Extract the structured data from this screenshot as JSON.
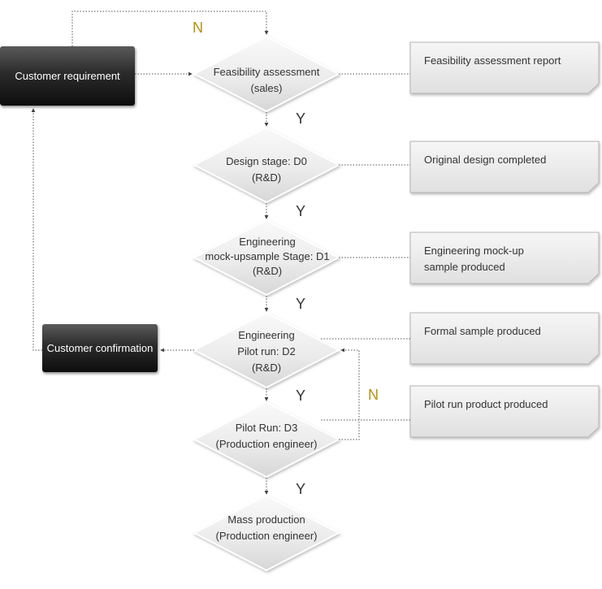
{
  "colors": {
    "connector": "#555555",
    "no_label": "#b8900c",
    "yes_label": "#333333",
    "diamond_fill_top": "#f7f7f7",
    "diamond_fill_bottom": "#d9d9d9",
    "note_fill": "#ebebeb",
    "dark_box": "#1a1a1a"
  },
  "nodes": {
    "customer_requirement": "Customer requirement",
    "customer_confirmation": "Customer confirmation",
    "feasibility": {
      "line1": "Feasibility assessment",
      "line2": "(sales)"
    },
    "design": {
      "line1": "Design stage: D0",
      "line2": "(R&D)"
    },
    "mockup": {
      "line1": "Engineering",
      "line2": "mock-upsample Stage: D1",
      "line3": "(R&D)"
    },
    "pilot_d2": {
      "line1": "Engineering",
      "line2": "Pilot run: D2",
      "line3": "(R&D)"
    },
    "pilot_d3": {
      "line1": "Pilot Run: D3",
      "line2": "(Production engineer)"
    },
    "mass": {
      "line1": "Mass production",
      "line2": "(Production engineer)"
    }
  },
  "notes": {
    "feasibility_report": "Feasibility assessment report",
    "original_design": "Original design completed",
    "mockup_sample": {
      "line1": "Engineering mock-up",
      "line2": "sample produced"
    },
    "formal_sample": "Formal sample produced",
    "pilot_product": "Pilot run product produced"
  },
  "labels": {
    "no_top": "N",
    "no_right": "N",
    "yes_1": "Y",
    "yes_2": "Y",
    "yes_3": "Y",
    "yes_4": "Y",
    "yes_5": "Y"
  }
}
